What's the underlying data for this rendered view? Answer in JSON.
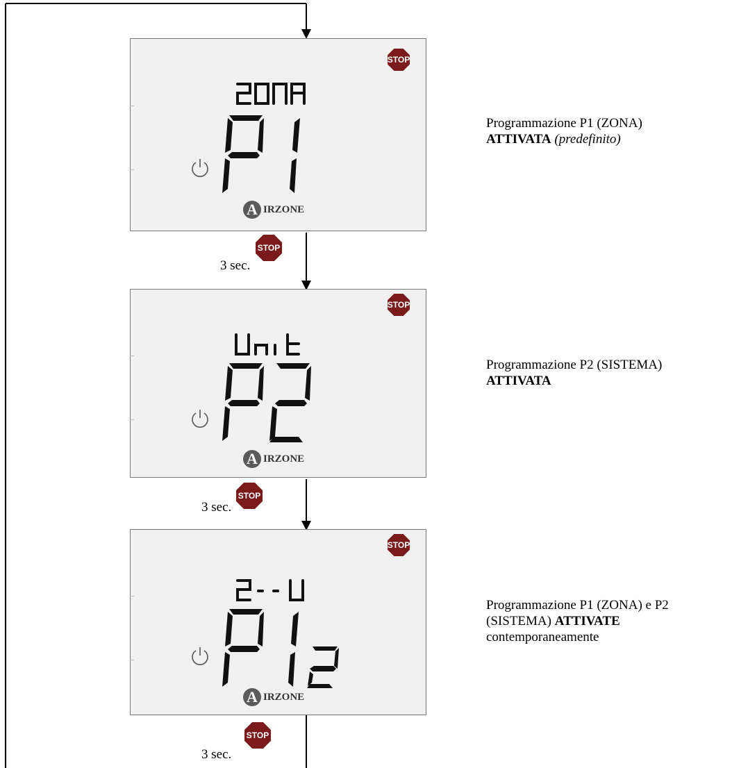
{
  "steps": [
    {
      "top_text": "ZONA",
      "big_text": "P1",
      "stop_label": "STOP",
      "logo_letter": "A",
      "logo_text": "IRZONE",
      "caption_line1": "Programmazione P1 (ZONA)",
      "caption_bold": "ATTIVATA",
      "caption_italic": "(predefinito)"
    },
    {
      "top_text": "Unit",
      "big_text": "P2",
      "stop_label": "STOP",
      "logo_letter": "A",
      "logo_text": "IRZONE",
      "caption_line1": "Programmazione P2 (SISTEMA)",
      "caption_bold": "ATTIVATA"
    },
    {
      "top_text": "2--U",
      "big_text": "P12",
      "stop_label": "STOP",
      "logo_letter": "A",
      "logo_text": "IRZONE",
      "caption_line1": "Programmazione P1 (ZONA) e P2",
      "caption_line2_prefix": "(SISTEMA) ",
      "caption_bold": "ATTIVATE",
      "caption_line3": "contemporaneamente"
    }
  ],
  "transitions": [
    {
      "time_label": "3 sec.",
      "button_label": "STOP"
    },
    {
      "time_label": "3 sec.",
      "button_label": "STOP"
    },
    {
      "time_label": "3 sec.",
      "button_label": "STOP"
    }
  ],
  "colors": {
    "stop_red": "#7a1a1a",
    "screen_bg": "#f1f1f1",
    "segment": "#111111"
  }
}
